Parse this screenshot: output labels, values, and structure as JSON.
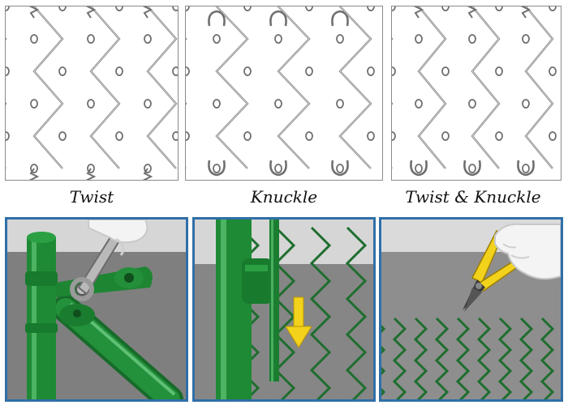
{
  "captions": {
    "twist": "Twist",
    "knuckle": "Knuckle",
    "twist_knuckle": "Twist & Knuckle"
  },
  "colors": {
    "wire": "#6f6f6f",
    "panel_border": "#2f6fa8",
    "post_green": "#1f8a35",
    "mesh_green": "#1f6e2f",
    "arrow_yellow": "#f2d21b",
    "background_gray": "#8a8a8a",
    "sky_gray": "#d8d8d8"
  },
  "icons": {
    "arrow": "arrow-down-icon",
    "wrench": "wrench-icon",
    "pliers": "pliers-icon",
    "glove": "glove-hand-icon"
  }
}
